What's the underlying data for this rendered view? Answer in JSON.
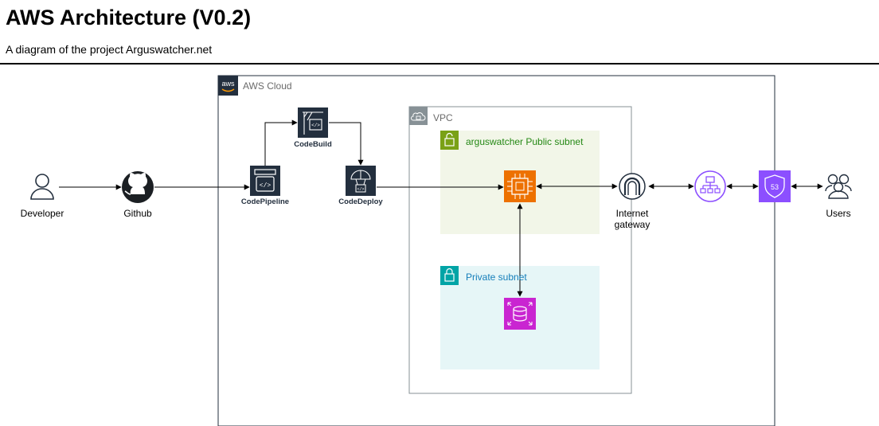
{
  "header": {
    "title": "AWS Architecture (V0.2)",
    "subtitle": "A diagram of the project  Arguswatcher.net"
  },
  "groups": {
    "aws_cloud": "AWS Cloud",
    "vpc": "VPC",
    "public_subnet": "arguswatcher Public subnet",
    "private_subnet": "Private subnet"
  },
  "nodes": {
    "developer": "Developer",
    "github": "Github",
    "codepipeline": "CodePipeline",
    "codebuild": "CodeBuild",
    "codedeploy": "CodeDeploy",
    "internet_gateway": "Internet\ngateway",
    "users": "Users",
    "route53_badge": "53"
  },
  "colors": {
    "aws_dark": "#232f3e",
    "ec2_orange": "#ed7100",
    "rds_magenta": "#c925d1",
    "elb_purple": "#8c4fff",
    "route53_purple": "#8c4fff",
    "public_subnet_fill": "#f2f6e8",
    "public_subnet_accent": "#7aa116",
    "private_subnet_fill": "#e6f6f7",
    "private_subnet_accent": "#00a4a6",
    "vpc_border": "#879196"
  }
}
